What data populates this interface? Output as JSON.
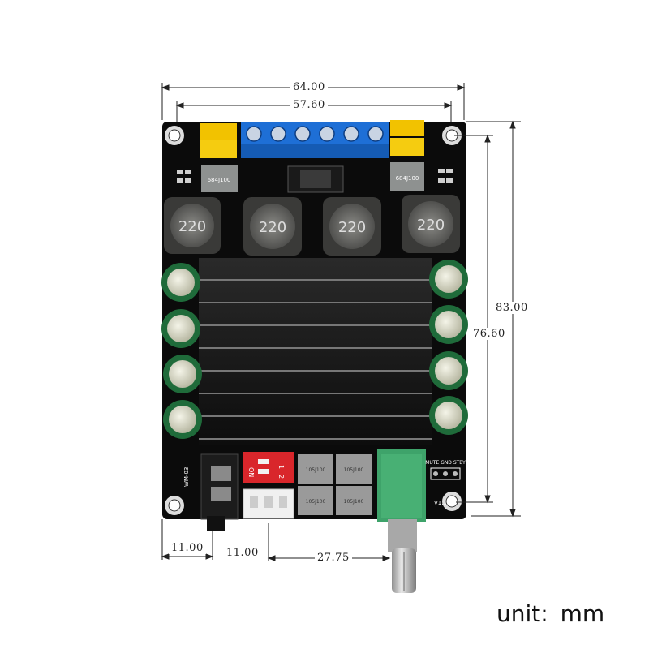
{
  "dimensions": {
    "width_total": "64.00",
    "width_holes": "57.60",
    "height_total": "83.00",
    "height_holes": "76.60",
    "offset_left": "11.00",
    "offset_jack": "11.00",
    "offset_pot": "27.75"
  },
  "unit_label": "unit:  mm",
  "silkscreen": {
    "inductor_label": "220",
    "cap_label": "684J100",
    "film_cap_label": "105J100",
    "model": "WM-03",
    "header": "MUTE GND STBY",
    "dip_on": "ON",
    "dip_1": "1",
    "dip_2": "2",
    "version": "V1.1"
  }
}
